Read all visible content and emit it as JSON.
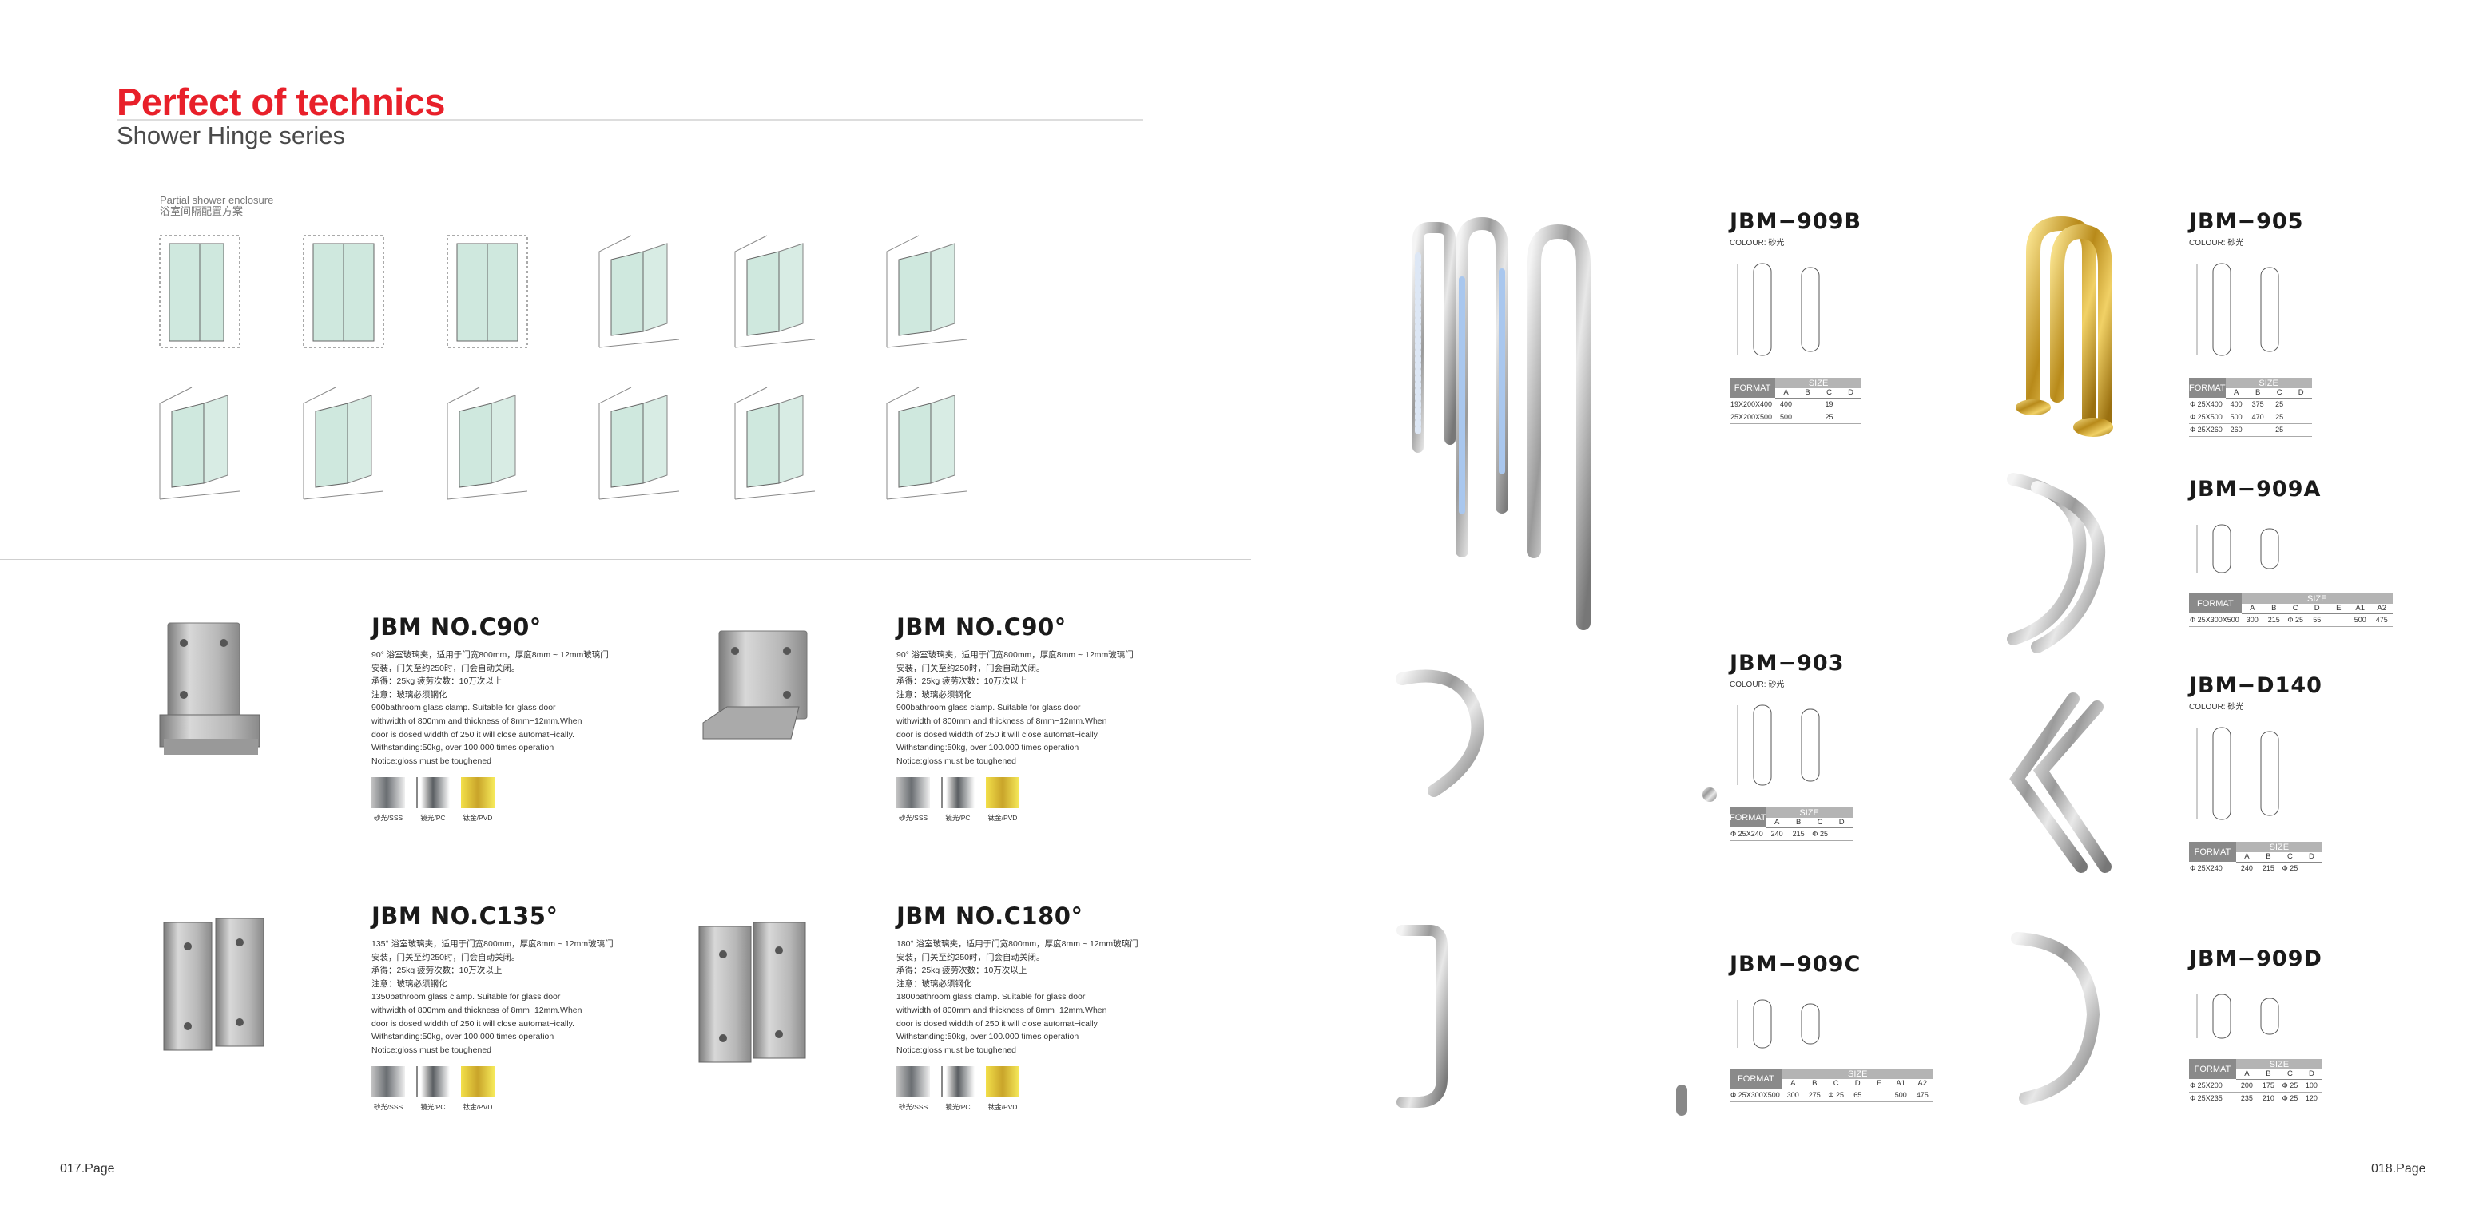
{
  "header": {
    "title": "Perfect of technics",
    "subtitle": "Shower Hinge series",
    "enclosure_en": "Partial shower enclosure",
    "enclosure_cn": "浴室间隔配置方案"
  },
  "colors": {
    "accent": "#e8202a",
    "glass": "#cfe8de",
    "gold": "#e6c43a"
  },
  "finishes": [
    "砂光/SSS",
    "镜光/PC",
    "钛金/PVD"
  ],
  "hinges": [
    {
      "title": "JBM NO.C90°",
      "lines": [
        "90°  浴室玻璃夹，适用于门宽800mm，厚度8mm ~ 12mm玻璃门",
        "安装，门关至约250时，门会自动关闭。",
        "承得：25kg  疲劳次数：10万次以上",
        "注意：玻璃必须钢化",
        "900bathroom glass clamp. Suitable for glass door",
        "withwidth of 800mm and thickness of 8mm−12mm.When",
        "door is dosed widdth of 250 it will close automat−ically.",
        "Withstanding:50kg, over 100.000 times operation",
        "Notice:gloss must be toughened"
      ]
    },
    {
      "title": "JBM NO.C90°",
      "lines": [
        "90°  浴室玻璃夹，适用于门宽800mm，厚度8mm ~ 12mm玻璃门",
        "安装，门关至约250时，门会自动关闭。",
        "承得：25kg  疲劳次数：10万次以上",
        "注意：玻璃必须钢化",
        "900bathroom glass clamp. Suitable for glass door",
        "withwidth of 800mm and thickness of 8mm−12mm.When",
        "door is dosed widdth of 250 it will close automat−ically.",
        "Withstanding:50kg, over 100.000 times operation",
        "Notice:gloss must be toughened"
      ]
    },
    {
      "title": "JBM NO.C135°",
      "lines": [
        "135°  浴室玻璃夹，适用于门宽800mm，厚度8mm ~ 12mm玻璃门",
        "安装，门关至约250时，门会自动关闭。",
        "承得：25kg  疲劳次数：10万次以上",
        "注意：玻璃必须钢化",
        "1350bathroom glass clamp. Suitable for glass door",
        "withwidth of 800mm and thickness of 8mm−12mm.When",
        "door is dosed widdth of 250 it will close automat−ically.",
        "Withstanding:50kg, over 100.000 times operation",
        "Notice:gloss must be toughened"
      ]
    },
    {
      "title": "JBM NO.C180°",
      "lines": [
        "180°  浴室玻璃夹，适用于门宽800mm，厚度8mm ~ 12mm玻璃门",
        "安装，门关至约250时，门会自动关闭。",
        "承得：25kg  疲劳次数：10万次以上",
        "注意：玻璃必须钢化",
        "1800bathroom glass clamp. Suitable for glass door",
        "withwidth of 800mm and thickness of 8mm−12mm.When",
        "door is dosed widdth of 250 it will close automat−ically.",
        "Withstanding:50kg, over 100.000 times operation",
        "Notice:gloss must be toughened"
      ]
    }
  ],
  "table_labels": {
    "format": "FORMAT",
    "size": "SIZE"
  },
  "products": [
    {
      "id": "909b",
      "title": "JBM−909B",
      "colour": "COLOUR: 砂光",
      "cols": [
        "A",
        "B",
        "C",
        "D"
      ],
      "rows": [
        [
          "19X200X400",
          "400",
          "",
          "19",
          ""
        ],
        [
          "25X200X500",
          "500",
          "",
          "25",
          ""
        ]
      ]
    },
    {
      "id": "905",
      "title": "JBM−905",
      "colour": "COLOUR: 砂光",
      "cols": [
        "A",
        "B",
        "C",
        "D"
      ],
      "rows": [
        [
          "Φ 25X400",
          "400",
          "375",
          "25",
          ""
        ],
        [
          "Φ 25X500",
          "500",
          "470",
          "25",
          ""
        ],
        [
          "Φ 25X260",
          "260",
          "",
          "25",
          ""
        ]
      ]
    },
    {
      "id": "909a",
      "title": "JBM−909A",
      "colour": "",
      "cols": [
        "A",
        "B",
        "C",
        "D",
        "E",
        "A1",
        "A2"
      ],
      "rows": [
        [
          "Φ 25X300X500",
          "300",
          "215",
          "Φ 25",
          "55",
          "",
          "500",
          "475"
        ]
      ]
    },
    {
      "id": "903",
      "title": "JBM−903",
      "colour": "COLOUR: 砂光",
      "cols": [
        "A",
        "B",
        "C",
        "D"
      ],
      "rows": [
        [
          "Φ 25X240",
          "240",
          "215",
          "Φ 25",
          ""
        ]
      ]
    },
    {
      "id": "d140",
      "title": "JBM−D140",
      "colour": "COLOUR: 砂光",
      "cols": [
        "A",
        "B",
        "C",
        "D"
      ],
      "rows": [
        [
          "Φ 25X240",
          "240",
          "215",
          "Φ 25",
          ""
        ]
      ]
    },
    {
      "id": "909c",
      "title": "JBM−909C",
      "colour": "",
      "cols": [
        "A",
        "B",
        "C",
        "D",
        "E",
        "A1",
        "A2"
      ],
      "rows": [
        [
          "Φ 25X300X500",
          "300",
          "275",
          "Φ 25",
          "65",
          "",
          "500",
          "475"
        ]
      ]
    },
    {
      "id": "909d",
      "title": "JBM−909D",
      "colour": "",
      "cols": [
        "A",
        "B",
        "C",
        "D"
      ],
      "rows": [
        [
          "Φ 25X200",
          "200",
          "175",
          "Φ 25",
          "100"
        ],
        [
          "Φ 25X235",
          "235",
          "210",
          "Φ 25",
          "120"
        ]
      ]
    }
  ],
  "pages": {
    "left": "017.Page",
    "right": "018.Page"
  }
}
